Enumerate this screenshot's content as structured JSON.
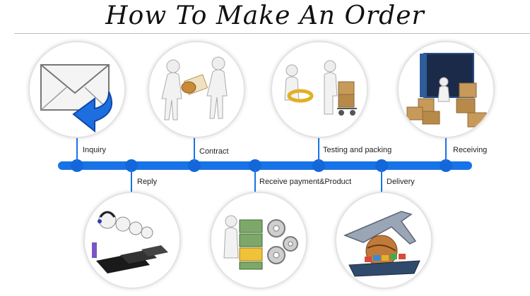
{
  "title": "How To Make An Order",
  "steps": [
    {
      "label": "Inquiry",
      "icon": "envelope-reply-icon"
    },
    {
      "label": "Reply",
      "icon": "call-center-operators-icon"
    },
    {
      "label": "Contract",
      "icon": "handshake-contract-icon"
    },
    {
      "label": "Receive payment&Product",
      "icon": "money-gears-icon"
    },
    {
      "label": "Testing and packing",
      "icon": "ring-and-packing-icon"
    },
    {
      "label": "Delivery",
      "icon": "airplane-ship-icon"
    },
    {
      "label": "Receiving",
      "icon": "container-boxes-icon"
    }
  ],
  "colors": {
    "timeline": "#1873e6",
    "arrow": "#1d6fe0"
  }
}
